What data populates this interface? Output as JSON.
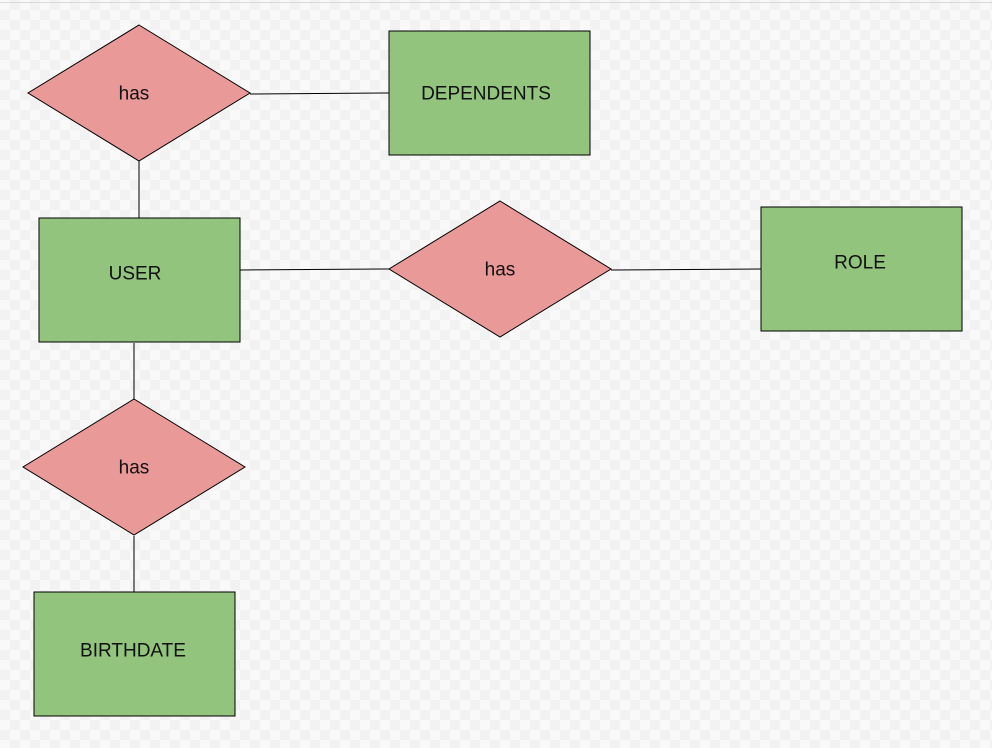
{
  "diagram": {
    "colors": {
      "entity_fill": "#93c47d",
      "relationship_fill": "#ea9999",
      "stroke": "#000000"
    },
    "entities": {
      "dependents": "DEPENDENTS",
      "user": "USER",
      "role": "ROLE",
      "birthdate": "BIRTHDATE"
    },
    "relationships": {
      "user_dependents": "has",
      "user_role": "has",
      "user_birthdate": "has"
    }
  }
}
